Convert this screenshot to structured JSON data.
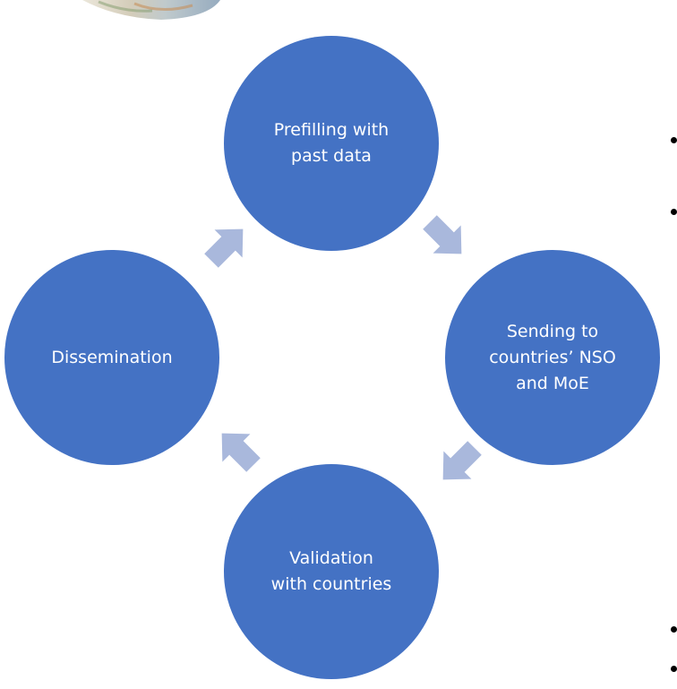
{
  "diagram": {
    "type": "cycle",
    "colors": {
      "node_fill": "#4472c4",
      "node_text": "#ffffff",
      "arrow_fill": "#a9b8dc"
    },
    "nodes": [
      {
        "id": "prefilling",
        "lines": [
          "Prefilling with",
          "past data"
        ]
      },
      {
        "id": "sending",
        "lines": [
          "Sending to",
          "countries’ NSO",
          "and MoE"
        ]
      },
      {
        "id": "validation",
        "lines": [
          "Validation",
          "with countries"
        ]
      },
      {
        "id": "dissemination",
        "lines": [
          "Dissemination"
        ]
      }
    ],
    "arrow_icon": "block-arrow-icon",
    "arrow_sequence": [
      "prefilling",
      "sending",
      "validation",
      "dissemination",
      "prefilling"
    ]
  },
  "background": {
    "top_left_image": "circular-photo-fragment",
    "right_edge": "bullet-list-fragment",
    "bullet_count": 4
  }
}
